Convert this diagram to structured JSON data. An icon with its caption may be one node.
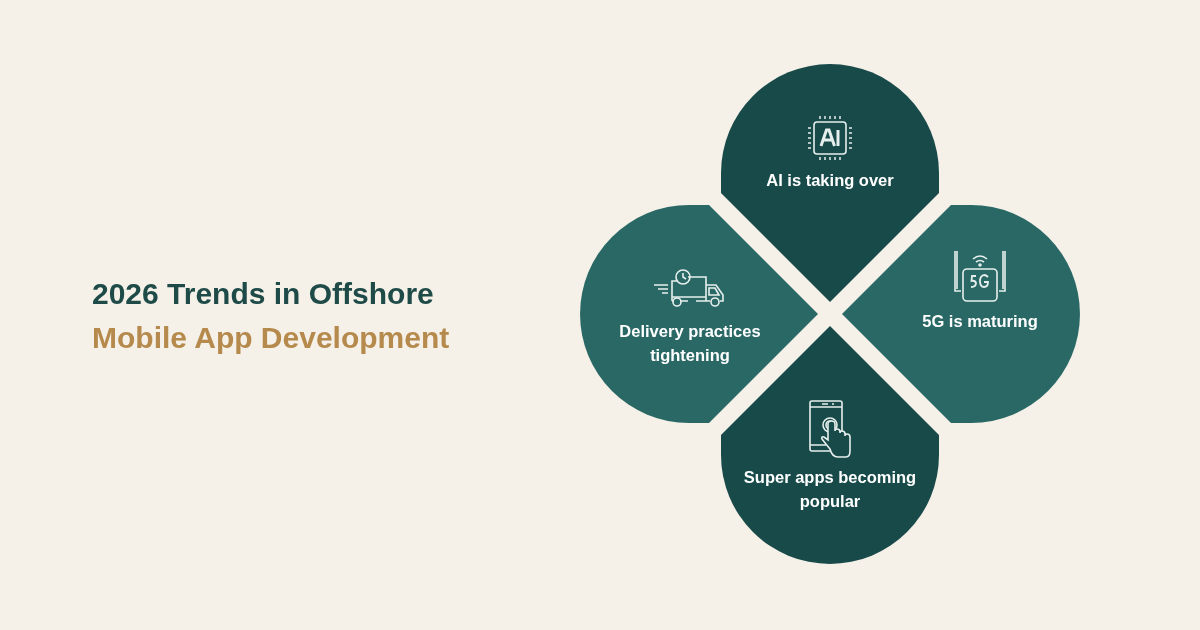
{
  "diagram": {
    "title": "2026 Trends in Offshore Mobile App Development",
    "nodes": [
      {
        "text": [
          "AI is taking over"
        ]
      },
      {
        "text": [
          "Delivery practices tightening"
        ]
      },
      {
        "text": [
          "5G is maturing"
        ]
      },
      {
        "text": [
          "Super apps becoming popular"
        ]
      }
    ]
  }
}
